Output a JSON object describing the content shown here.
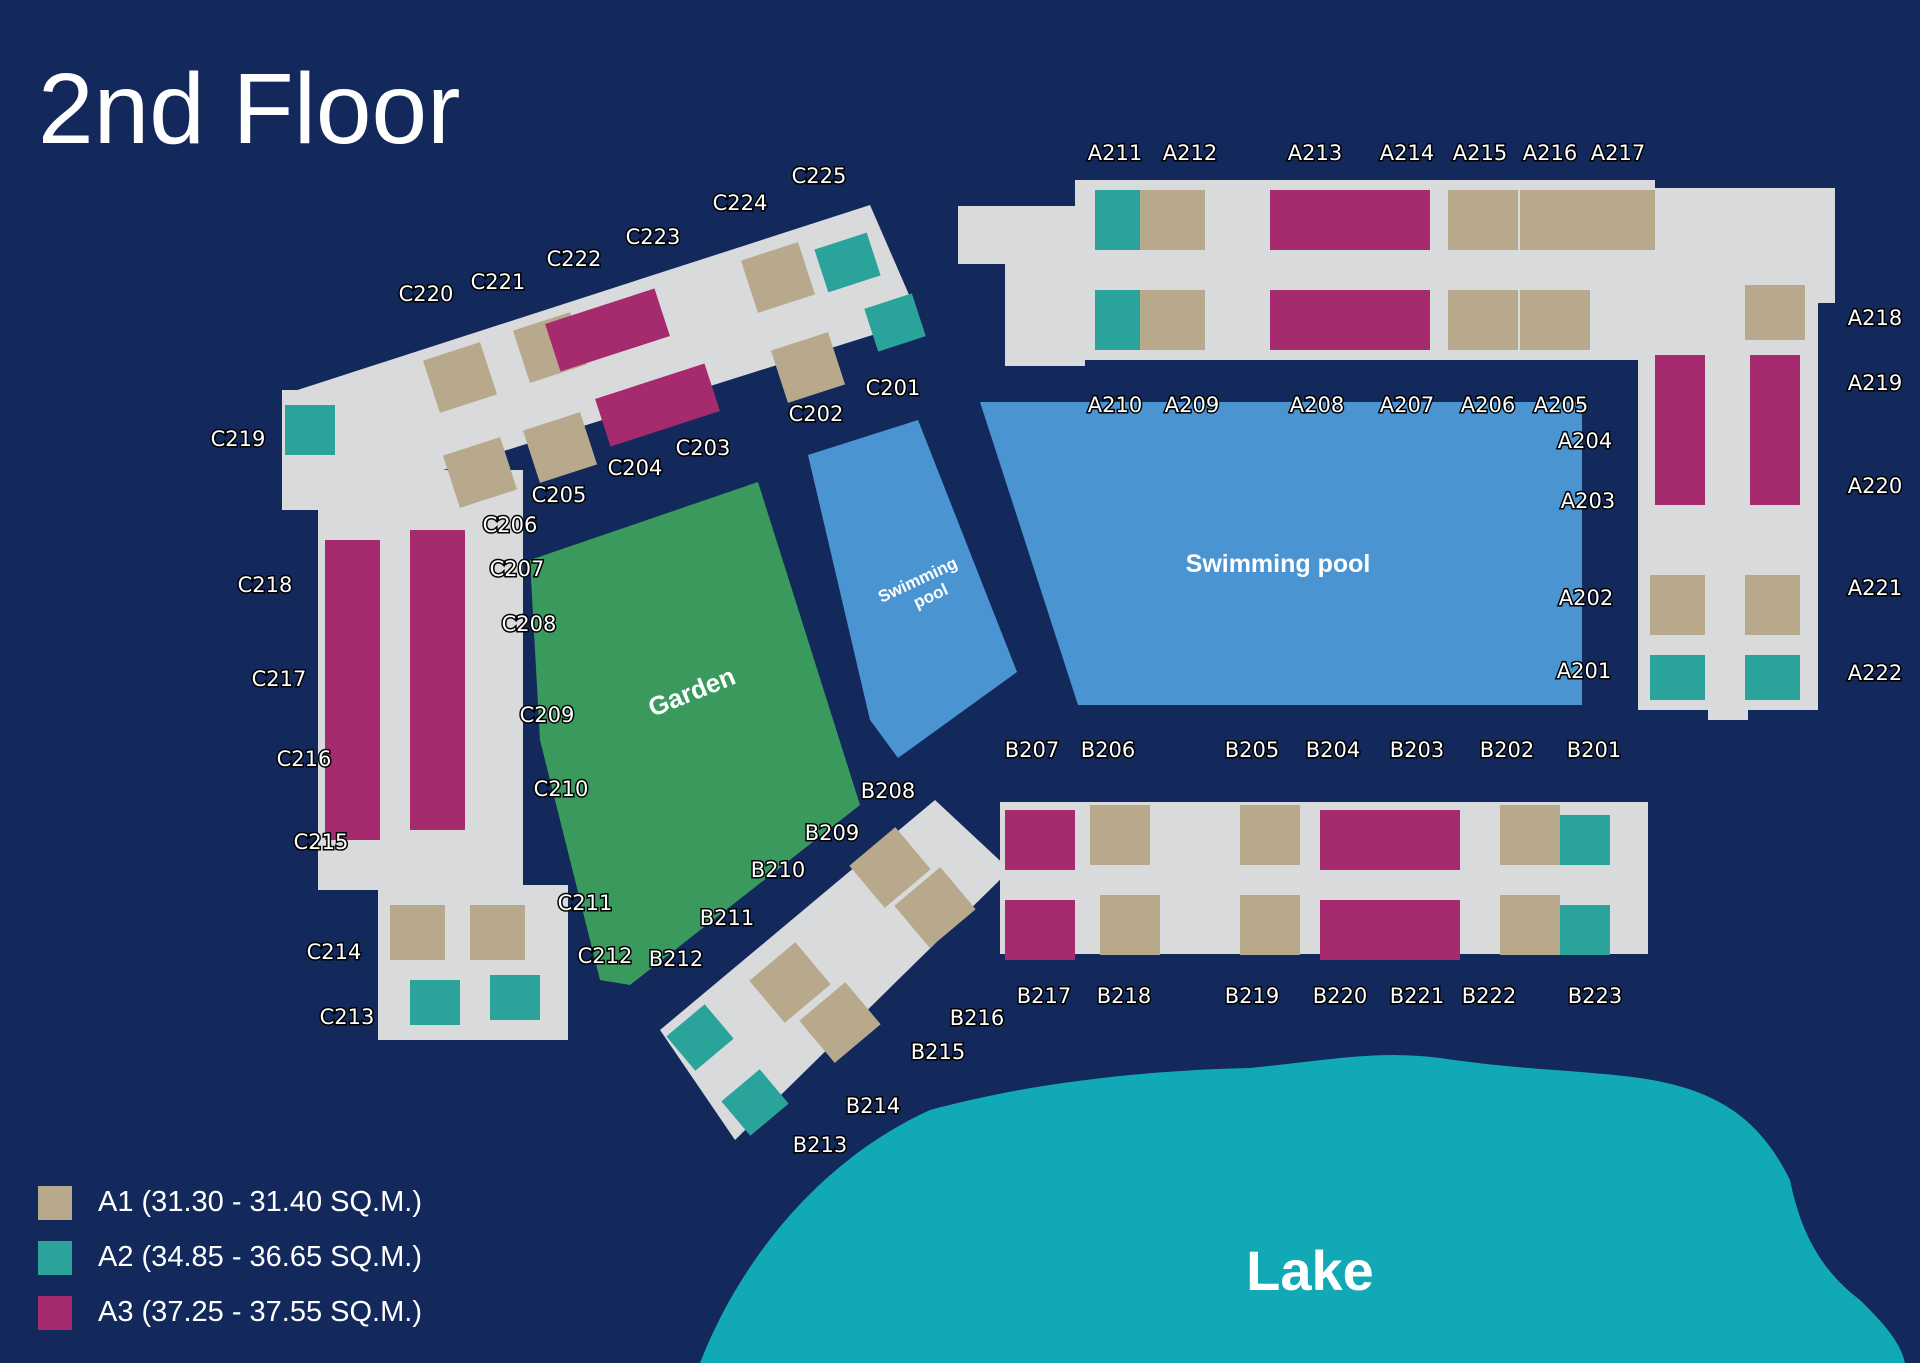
{
  "title": "2nd Floor",
  "colors": {
    "background": "#13295b",
    "building": "#d9dadc",
    "unit_a1": "#b8a98d",
    "unit_a2": "#2aa39a",
    "unit_a3": "#a62a6e",
    "pool": "#4a94d2",
    "garden": "#3a9a5e",
    "lake": "#12a9b7"
  },
  "areas": {
    "garden": "Garden",
    "small_pool": "Swimming pool",
    "main_pool": "Swimming pool",
    "lake": "Lake"
  },
  "legend": [
    {
      "label": "A1 (31.30 - 31.40 SQ.M.)",
      "color": "#b8a98d"
    },
    {
      "label": "A2 (34.85 - 36.65 SQ.M.)",
      "color": "#2aa39a"
    },
    {
      "label": "A3 (37.25 - 37.55 SQ.M.)",
      "color": "#a62a6e"
    }
  ],
  "units": {
    "a_top": [
      "A211",
      "A212",
      "A213",
      "A214",
      "A215",
      "A216",
      "A217"
    ],
    "a_mid": [
      "A210",
      "A209",
      "A208",
      "A207",
      "A206",
      "A205"
    ],
    "a_inner": [
      "A204",
      "A203",
      "A202",
      "A201"
    ],
    "a_right": [
      "A218",
      "A219",
      "A220",
      "A221",
      "A222"
    ],
    "b_top": [
      "B207",
      "B206",
      "B205",
      "B204",
      "B203",
      "B202",
      "B201"
    ],
    "b_bottom": [
      "B217",
      "B218",
      "B219",
      "B220",
      "B221",
      "B222",
      "B223"
    ],
    "b_diag": [
      "B208",
      "B209",
      "B210",
      "B211",
      "B212",
      "B213",
      "B214",
      "B215",
      "B216"
    ],
    "c_top": [
      "C225",
      "C224",
      "C223",
      "C222",
      "C221",
      "C220"
    ],
    "c_inner_top": [
      "C201",
      "C202",
      "C203",
      "C204",
      "C205"
    ],
    "c_left": [
      "C219",
      "C218",
      "C217",
      "C216",
      "C215",
      "C214",
      "C213"
    ],
    "c_inner_left": [
      "C206",
      "C207",
      "C208",
      "C209",
      "C210",
      "C211",
      "C212"
    ]
  }
}
